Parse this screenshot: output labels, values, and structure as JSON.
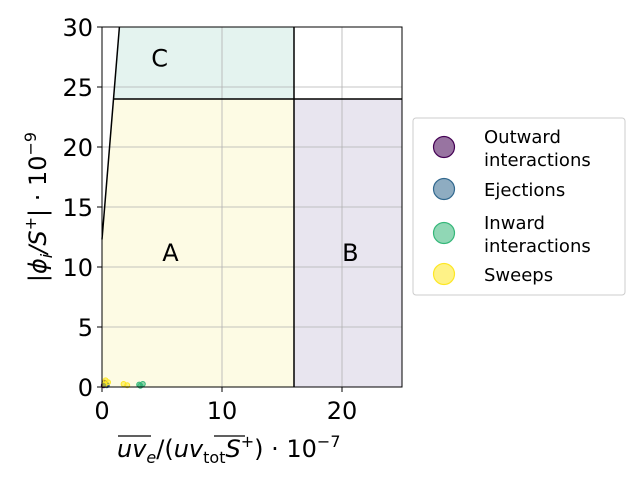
{
  "chart_data": {
    "type": "scatter",
    "xlabel_parts": [
      "uv",
      "e",
      "/(",
      "uv",
      "tot",
      "S",
      "+",
      ") · 10",
      "−7"
    ],
    "ylabel_parts": [
      "|ϕ",
      "i",
      "/S",
      "+",
      "| · 10",
      "−9"
    ],
    "xlim": [
      0,
      25
    ],
    "ylim": [
      0,
      30
    ],
    "xticks": [
      0,
      10,
      20
    ],
    "yticks": [
      0,
      5,
      10,
      15,
      20,
      25,
      30
    ],
    "grid": true,
    "legend_placement": "right",
    "regions": [
      {
        "label": "A",
        "color": "#fdfbe4",
        "label_at": [
          5.7,
          10.5
        ]
      },
      {
        "label": "B",
        "color": "#e8e5ef",
        "label_at": [
          20.7,
          10.5
        ]
      },
      {
        "label": "C",
        "color": "#e4f3ef",
        "label_at": [
          4.8,
          26.7
        ]
      }
    ],
    "boundaries": {
      "vertical_x": 16,
      "horizontal_y": 24,
      "sloped_line": [
        [
          0,
          12.3
        ],
        [
          1.45,
          30
        ]
      ]
    },
    "series": [
      {
        "name": "Outward\ninteractions",
        "color": "#440154",
        "points": [
          [
            0.2,
            0.35
          ],
          [
            0.35,
            0.2
          ],
          [
            0.15,
            0.15
          ]
        ]
      },
      {
        "name": "Ejections",
        "color": "#31688e",
        "points": [
          [
            0.25,
            0.25
          ],
          [
            0.4,
            0.15
          ]
        ]
      },
      {
        "name": "Inward\ninteractions",
        "color": "#35b779",
        "points": [
          [
            3.1,
            0.2
          ],
          [
            3.4,
            0.25
          ],
          [
            3.2,
            0.1
          ]
        ]
      },
      {
        "name": "Sweeps",
        "color": "#fde725",
        "points": [
          [
            0.3,
            0.55
          ],
          [
            0.5,
            0.4
          ],
          [
            1.8,
            0.25
          ],
          [
            2.1,
            0.15
          ],
          [
            0.2,
            0.2
          ]
        ]
      }
    ]
  }
}
